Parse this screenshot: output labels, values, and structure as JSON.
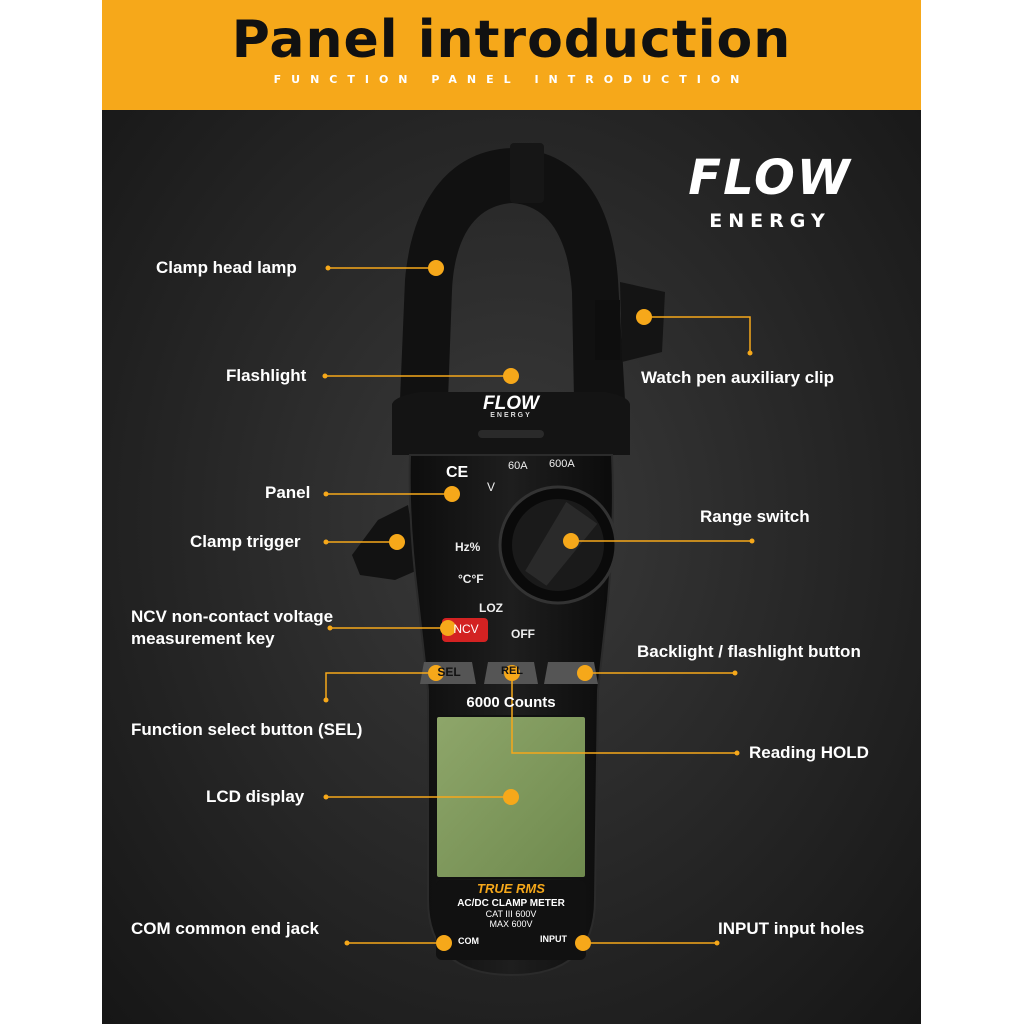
{
  "header": {
    "title": "Panel introduction",
    "subtitle": "FUNCTION PANEL INTRODUCTION"
  },
  "brand": {
    "name": "FLOW",
    "sub": "ENERGY"
  },
  "meter": {
    "brand_name": "FLOW",
    "brand_sub": "ENERGY",
    "range_60a": "60A",
    "range_600a": "600A",
    "ce_mark": "CE",
    "dial_v": "V",
    "dial_hz": "Hz%",
    "dial_temp": "°C°F",
    "dial_loz": "LOZ",
    "dial_off": "OFF",
    "ncv_key": "NCV",
    "sel_key": "SEL",
    "rel_key": "REL",
    "counts": "6000 Counts",
    "true_rms": "TRUE RMS",
    "model": "AC/DC CLAMP METER",
    "cat": "CAT III 600V",
    "max": "MAX 600V",
    "com": "COM",
    "input": "INPUT"
  },
  "callouts": {
    "clamp_head_lamp": "Clamp head lamp",
    "flashlight": "Flashlight",
    "panel": "Panel",
    "clamp_trigger": "Clamp trigger",
    "ncv_line1": "NCV non-contact voltage",
    "ncv_line2": "measurement key",
    "function_select": "Function select button (SEL)",
    "lcd_display": "LCD display",
    "com_jack": "COM common end jack",
    "watch_pen_clip": "Watch pen auxiliary clip",
    "range_switch": "Range switch",
    "backlight_button": "Backlight / flashlight button",
    "reading_hold": "Reading HOLD",
    "input_holes": "INPUT input holes"
  },
  "colors": {
    "accent": "#f6a81a",
    "background": "#262626",
    "ncv_red": "#d32222",
    "lcd_green": "#7f9a5a"
  }
}
